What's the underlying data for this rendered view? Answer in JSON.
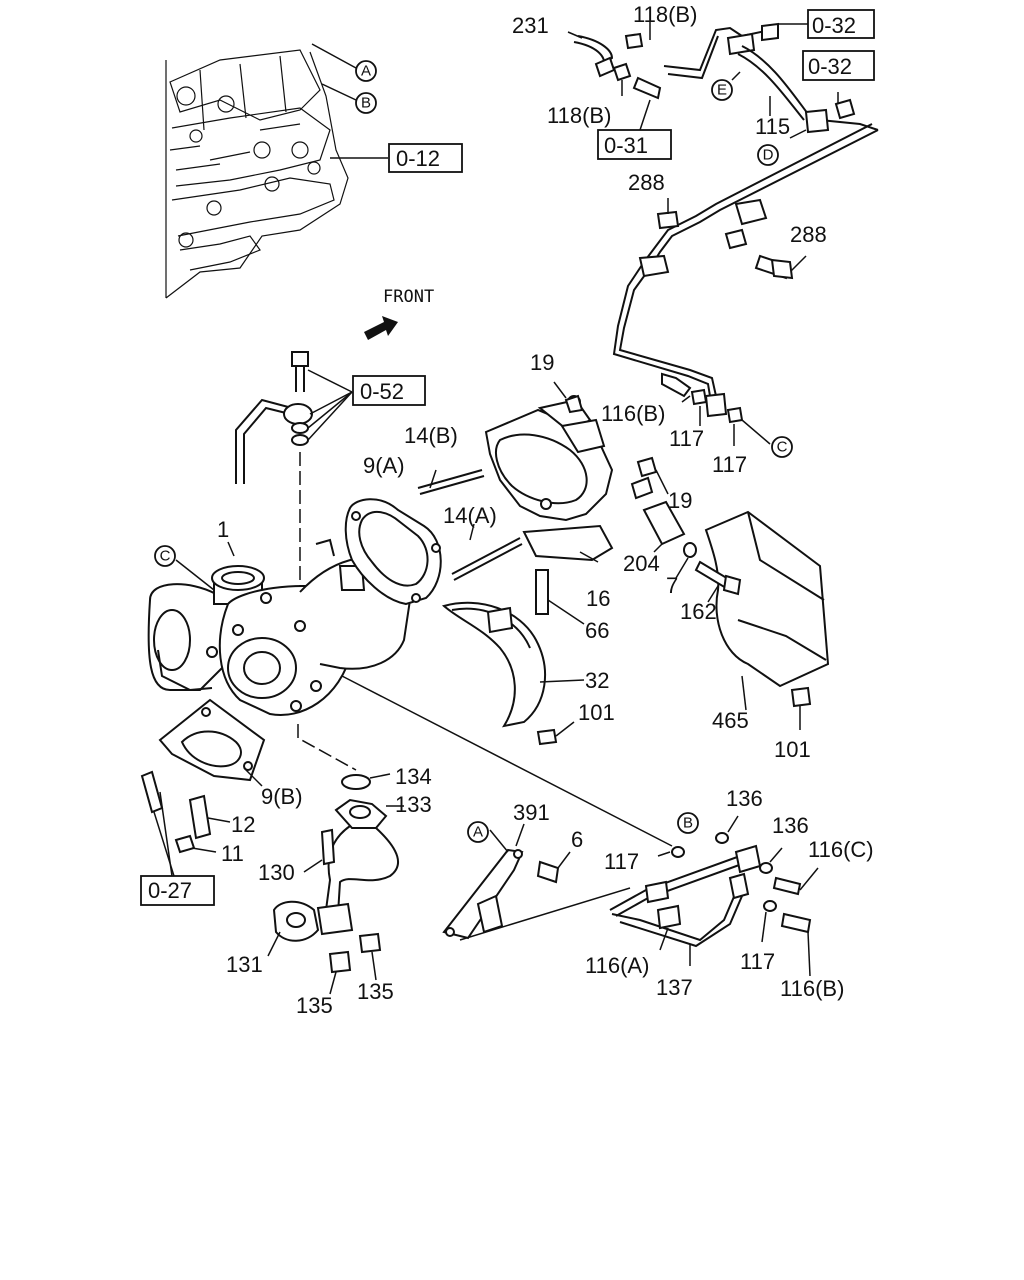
{
  "front_label": "FRONT",
  "part_labels": {
    "p231": "231",
    "p118b_top": "118(B)",
    "p118b_bot": "118(B)",
    "p115": "115",
    "p288a": "288",
    "p288b": "288",
    "p19a": "19",
    "p19b": "19",
    "p116b_a": "116(B)",
    "p117a": "117",
    "p117b": "117",
    "p14b": "14(B)",
    "p9a": "9(A)",
    "p14a": "14(A)",
    "p1": "1",
    "p204": "204",
    "p7": "7",
    "p162": "162",
    "p16": "16",
    "p66": "66",
    "p32": "32",
    "p101a": "101",
    "p465": "465",
    "p101b": "101",
    "p9b": "9(B)",
    "p12": "12",
    "p11": "11",
    "p134": "134",
    "p133": "133",
    "p130": "130",
    "p131": "131",
    "p135a": "135",
    "p135b": "135",
    "p391": "391",
    "p6": "6",
    "p136a": "136",
    "p136b": "136",
    "p116c": "116(C)",
    "p117c": "117",
    "p116a": "116(A)",
    "p137": "137",
    "p117d": "117",
    "p116b_b": "116(B)"
  },
  "ref_boxes": {
    "r032a": "0-32",
    "r032b": "0-32",
    "r031": "0-31",
    "r012": "0-12",
    "r052": "0-52",
    "r027": "0-27"
  },
  "circle_markers": {
    "a_top": "A",
    "b_top": "B",
    "e": "E",
    "d": "D",
    "c_right": "C",
    "c_left": "C",
    "a_bottom": "A",
    "b_bottom": "B"
  }
}
